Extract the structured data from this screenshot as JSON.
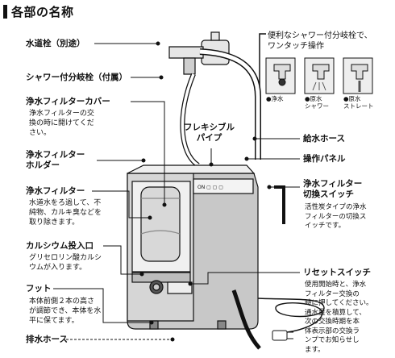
{
  "title": "各部の名称",
  "labels": {
    "water_faucet": "水道栓（別途）",
    "shower_branch": "シャワー付分岐栓（付属）",
    "filter_cover": "浄水フィルターカバー",
    "filter_cover_desc": "浄水フィルターの交\n換の時に開けてくだ\nさい。",
    "flexible_pipe": "フレキシブル\nパイプ",
    "filter_holder": "浄水フィルター\nホルダー",
    "filter": "浄水フィルター",
    "filter_desc": "水道水をろ過して、不\n純物、カルキ臭などを\n取り除きます。",
    "calcium_inlet": "カルシウム投入口",
    "calcium_desc": "グリセロリン酸カルシ\nウムが入ります。",
    "foot": "フット",
    "foot_desc": "本体前側２本の高さ\nが調節でき、本体を水\n平に保てます。",
    "drain_hose": "排水ホース",
    "supply_hose": "給水ホース",
    "control_panel": "操作パネル",
    "filter_switch": "浄水フィルター\n切換スイッチ",
    "filter_switch_desc": "活性炭タイプの浄水\nフィルターの切換ス\nイッチです。",
    "reset_switch": "リセットスイッチ",
    "reset_switch_desc": "使用開始時と、浄水\nフィルター交換の\n時に押してください。\n通水量を積算して、\n次の交換時期を本\n体表示部の交換ラ\nンプでお知らせし\nます。"
  },
  "inset": {
    "title": "便利なシャワー付分岐栓で、\nワンタッチ操作",
    "modes": [
      "●浄水",
      "●原水\nシャワー",
      "●原水\nストレート"
    ]
  }
}
